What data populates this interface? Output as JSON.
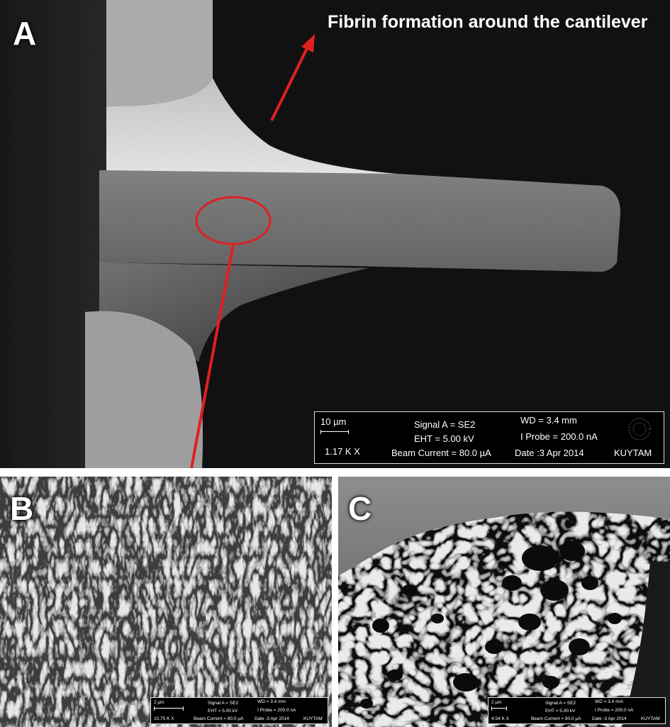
{
  "panels": {
    "a": {
      "letter": "A",
      "annotation": "Fibrin formation around the cantilever",
      "info": {
        "scale": "10 µm",
        "magnification": "1.17 K X",
        "signal": "Signal A = SE2",
        "eht": "EHT =  5.00 kV",
        "beam": "Beam Current =   80.0 µA",
        "wd": "WD =  3.4 mm",
        "probe": "I Probe =  200.0 nA",
        "date": "Date :3 Apr 2014",
        "lab": "KUYTAM"
      }
    },
    "b": {
      "letter": "B",
      "info": {
        "scale": "2 µm",
        "magnification": "10.75 K X",
        "signal": "Signal A = SE2",
        "eht": "EHT =  5.00 kV",
        "beam": "Beam Current =  80.0 µA",
        "wd": "WD =  3.4 mm",
        "probe": "I Probe =  200.0 nA",
        "date": "Date :3 Apr 2014",
        "lab": "KUYTAM"
      }
    },
    "c": {
      "letter": "C",
      "info": {
        "scale": "2 µm",
        "magnification": "4.54 K X",
        "signal": "Signal A = SE2",
        "eht": "EHT =  5.00 kV",
        "beam": "Beam Current =  80.0 µA",
        "wd": "WD =  3.4 mm",
        "probe": "I Probe =  200.0 nA",
        "date": "Date :3 Apr 2014",
        "lab": "KUYTAM"
      }
    }
  },
  "colors": {
    "arrow": "#e02020",
    "surface": "#bdbdbd",
    "background": "#111111"
  }
}
